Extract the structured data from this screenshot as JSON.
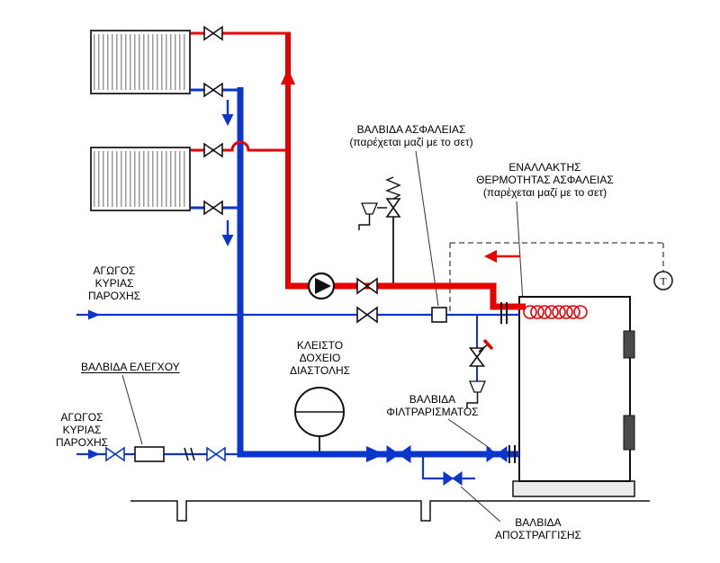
{
  "title": "heating-system-piping-diagram",
  "colors": {
    "hot_pipe": "#e60000",
    "cold_pipe": "#0a36cc",
    "line": "#111111"
  },
  "labels": {
    "safety_valve": [
      "ΒΑΛΒΙΔΑ ΑΣΦΑΛΕΙΑΣ",
      "(παρέχεται μαζί με το σετ)"
    ],
    "safety_heat_exchanger": [
      "ΕΝΑΛΛΑΚΤΗΣ",
      "ΘΕΡΜΟΤΗΤΑΣ ΑΣΦΑΛΕΙΑΣ",
      "(παρέχεται μαζί με το σετ)"
    ],
    "main_supply_top": [
      "ΑΓΩΓΟΣ",
      "ΚΥΡΙΑΣ",
      "ΠΑΡΟΧΗΣ"
    ],
    "check_valve": [
      "ΒΑΛΒΙΔΑ ΕΛΕΓΧΟΥ"
    ],
    "main_supply_bottom": [
      "ΑΓΩΓΟΣ",
      "ΚΥΡΙΑΣ",
      "ΠΑΡΟΧΗΣ"
    ],
    "expansion_vessel": [
      "ΚΛΕΙΣΤΟ",
      "ΔΟΧΕΙΟ",
      "ΔΙΑΣΤΟΛΗΣ"
    ],
    "filter_valve": [
      "ΒΑΛΒΙΔΑ",
      "ΦΙΛΤΡΑΡΙΣΜΑΤΟΣ"
    ],
    "drain_valve": [
      "ΒΑΛΒΙΔΑ",
      "ΑΠΟΣΤΡΑΓΓΙΣΗΣ"
    ],
    "temperature_sensor": "T"
  }
}
